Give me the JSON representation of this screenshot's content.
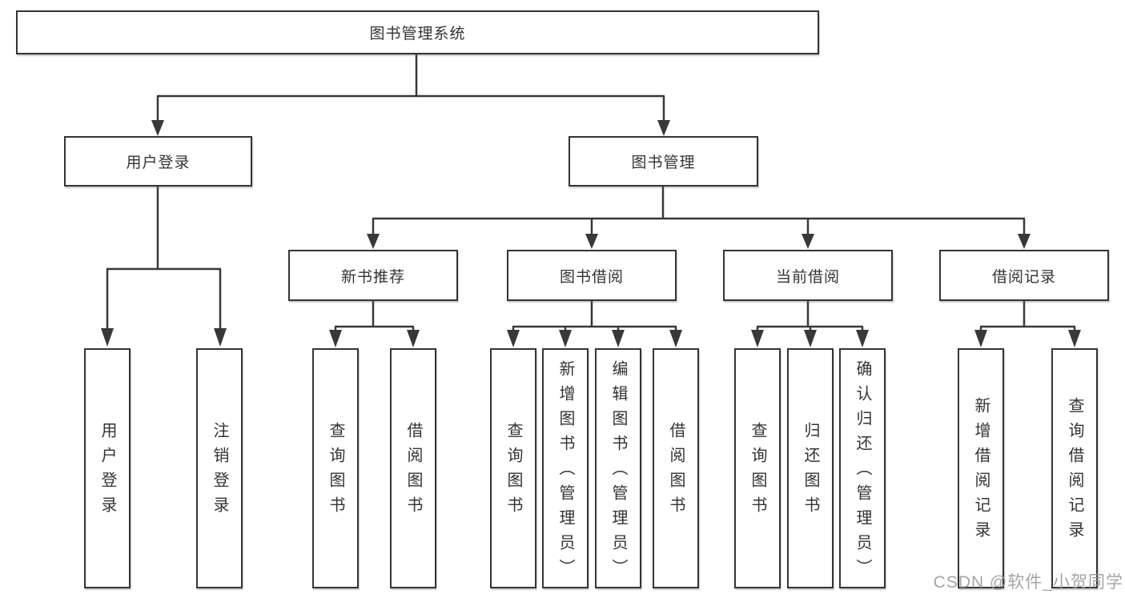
{
  "diagram": {
    "watermark": "CSDN @软件_小贺同学",
    "line_color": "#383838",
    "border_color": "#343434",
    "text_color": "#333333",
    "background_color": "#ffffff",
    "nodes": {
      "root": "图书管理系统",
      "user_login": "用户登录",
      "book_mgmt": "图书管理",
      "new_book_rec": "新书推荐",
      "book_borrow": "图书借阅",
      "current_borrow": "当前借阅",
      "borrow_record": "借阅记录",
      "leaf_user_login": "用户登录",
      "leaf_logout": "注销登录",
      "leaf_query_book_1": "查询图书",
      "leaf_borrow_book_1": "借阅图书",
      "leaf_query_book_2": "查询图书",
      "leaf_add_book": "新增图书（管理员）",
      "leaf_edit_book": "编辑图书（管理员）",
      "leaf_borrow_book_2": "借阅图书",
      "leaf_query_book_3": "查询图书",
      "leaf_return_book": "归还图书",
      "leaf_confirm_return": "确认归还（管理员）",
      "leaf_add_record": "新增借阅记录",
      "leaf_query_record": "查询借阅记录"
    }
  }
}
